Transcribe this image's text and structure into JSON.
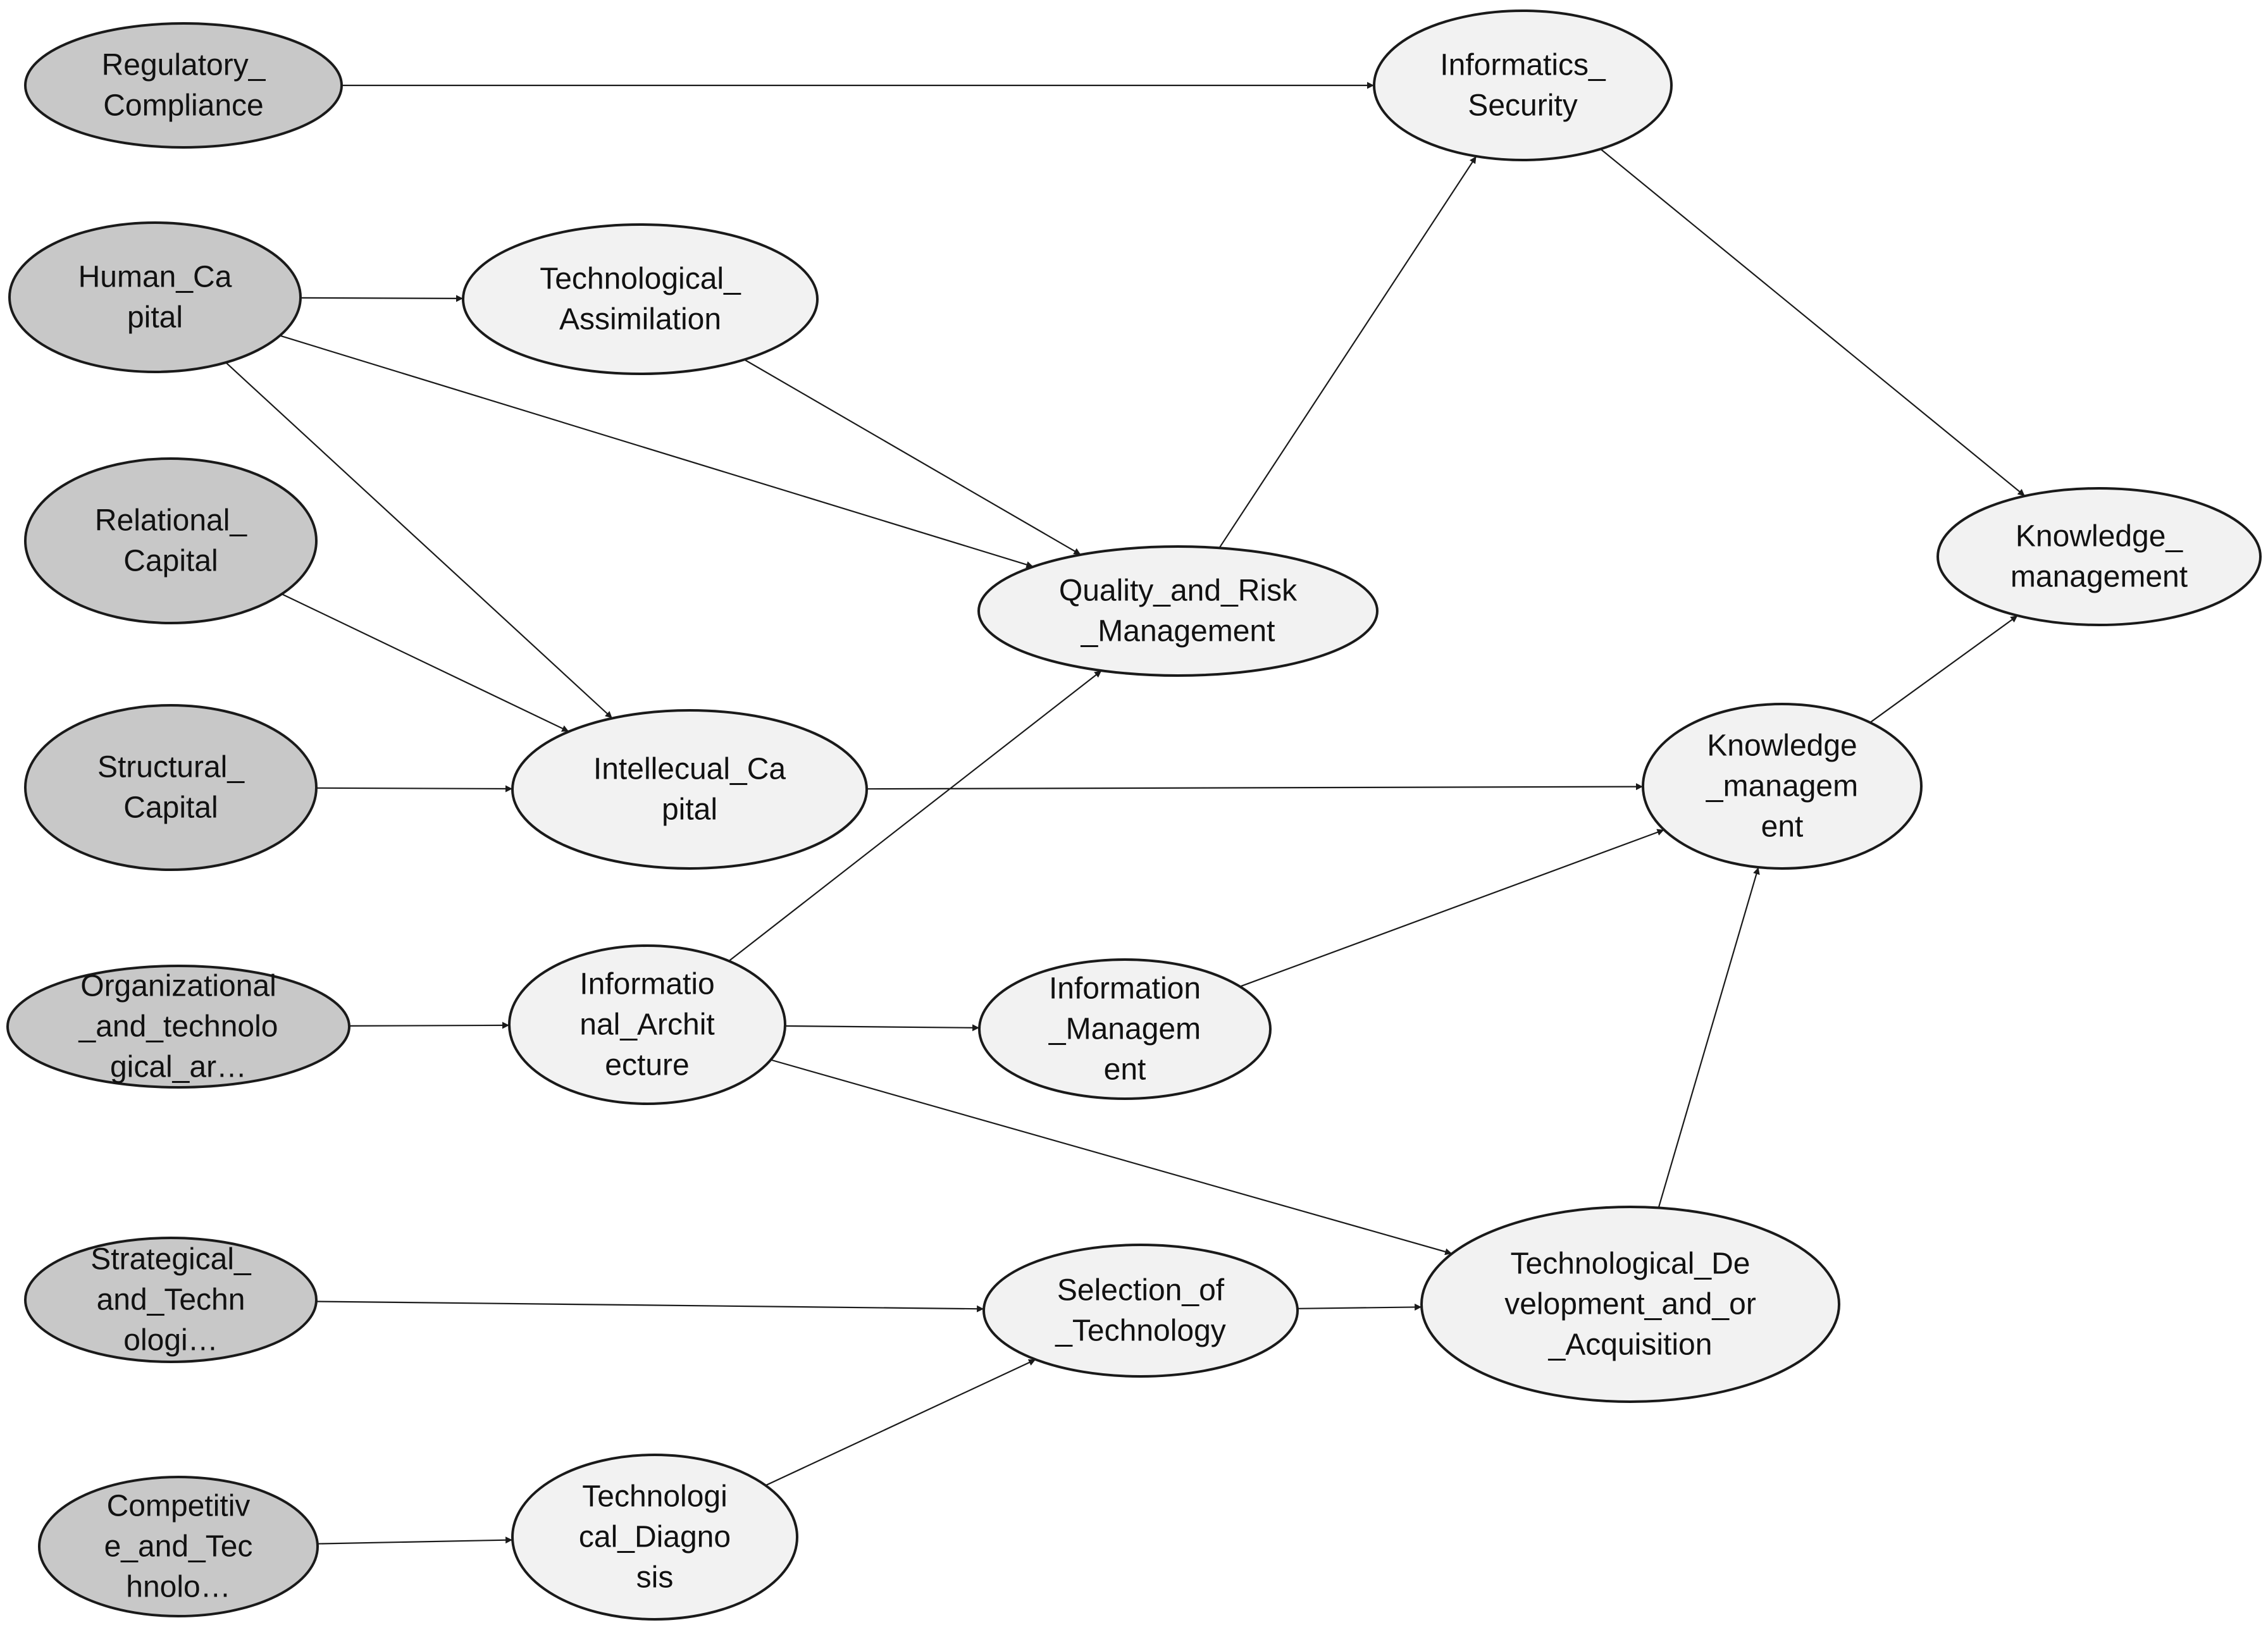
{
  "colors": {
    "exogenous_fill": "#c8c8c8",
    "endogenous_fill": "#f2f2f2",
    "stroke": "#1a1a1a",
    "text": "#111111"
  },
  "nodes": [
    {
      "id": "regulatory_compliance",
      "kind": "exogenous",
      "lines": [
        "Regulatory_",
        "Compliance"
      ]
    },
    {
      "id": "human_capital",
      "kind": "exogenous",
      "lines": [
        "Human_Ca",
        "pital"
      ]
    },
    {
      "id": "relational_capital",
      "kind": "exogenous",
      "lines": [
        "Relational_",
        "Capital"
      ]
    },
    {
      "id": "structural_capital",
      "kind": "exogenous",
      "lines": [
        "Structural_",
        "Capital"
      ]
    },
    {
      "id": "org_tech_arch",
      "kind": "exogenous",
      "lines": [
        "Organizational",
        "_and_technolo",
        "gical_ar…"
      ]
    },
    {
      "id": "strategical_tech",
      "kind": "exogenous",
      "lines": [
        "Strategical_",
        "and_Techn",
        "ologi…"
      ]
    },
    {
      "id": "competitive_tech",
      "kind": "exogenous",
      "lines": [
        "Competitiv",
        "e_and_Tec",
        "hnolo…"
      ]
    },
    {
      "id": "tech_assimilation",
      "kind": "endogenous",
      "lines": [
        "Technological_",
        "Assimilation"
      ]
    },
    {
      "id": "informatics_security",
      "kind": "endogenous",
      "lines": [
        "Informatics_",
        "Security"
      ]
    },
    {
      "id": "quality_risk",
      "kind": "endogenous",
      "lines": [
        "Quality_and_Risk",
        "_Management"
      ]
    },
    {
      "id": "intellectual_capital",
      "kind": "endogenous",
      "lines": [
        "Intellecual_Ca",
        "pital"
      ]
    },
    {
      "id": "informational_arch",
      "kind": "endogenous",
      "lines": [
        "Informatio",
        "nal_Archit",
        "ecture"
      ]
    },
    {
      "id": "information_mgmt",
      "kind": "endogenous",
      "lines": [
        "Information",
        "_Managem",
        "ent"
      ]
    },
    {
      "id": "knowledge_mgmt_mid",
      "kind": "endogenous",
      "lines": [
        "Knowledge",
        "_managem",
        "ent"
      ]
    },
    {
      "id": "knowledge_mgmt_top",
      "kind": "endogenous",
      "lines": [
        "Knowledge_",
        "management"
      ]
    },
    {
      "id": "selection_tech",
      "kind": "endogenous",
      "lines": [
        "Selection_of",
        "_Technology"
      ]
    },
    {
      "id": "tech_dev_acq",
      "kind": "endogenous",
      "lines": [
        "Technological_De",
        "velopment_and_or",
        "_Acquisition"
      ]
    },
    {
      "id": "tech_diagnosis",
      "kind": "endogenous",
      "lines": [
        "Technologi",
        "cal_Diagno",
        "sis"
      ]
    }
  ],
  "edges": [
    {
      "from": "regulatory_compliance",
      "to": "informatics_security"
    },
    {
      "from": "human_capital",
      "to": "tech_assimilation"
    },
    {
      "from": "human_capital",
      "to": "quality_risk"
    },
    {
      "from": "human_capital",
      "to": "intellectual_capital"
    },
    {
      "from": "tech_assimilation",
      "to": "quality_risk"
    },
    {
      "from": "relational_capital",
      "to": "intellectual_capital"
    },
    {
      "from": "structural_capital",
      "to": "intellectual_capital"
    },
    {
      "from": "quality_risk",
      "to": "informatics_security"
    },
    {
      "from": "informatics_security",
      "to": "knowledge_mgmt_top"
    },
    {
      "from": "intellectual_capital",
      "to": "knowledge_mgmt_mid"
    },
    {
      "from": "knowledge_mgmt_mid",
      "to": "knowledge_mgmt_top"
    },
    {
      "from": "org_tech_arch",
      "to": "informational_arch"
    },
    {
      "from": "informational_arch",
      "to": "quality_risk"
    },
    {
      "from": "informational_arch",
      "to": "information_mgmt"
    },
    {
      "from": "information_mgmt",
      "to": "knowledge_mgmt_mid"
    },
    {
      "from": "informational_arch",
      "to": "tech_dev_acq"
    },
    {
      "from": "strategical_tech",
      "to": "selection_tech"
    },
    {
      "from": "selection_tech",
      "to": "tech_dev_acq"
    },
    {
      "from": "tech_dev_acq",
      "to": "knowledge_mgmt_mid"
    },
    {
      "from": "competitive_tech",
      "to": "tech_diagnosis"
    },
    {
      "from": "tech_diagnosis",
      "to": "selection_tech"
    }
  ]
}
